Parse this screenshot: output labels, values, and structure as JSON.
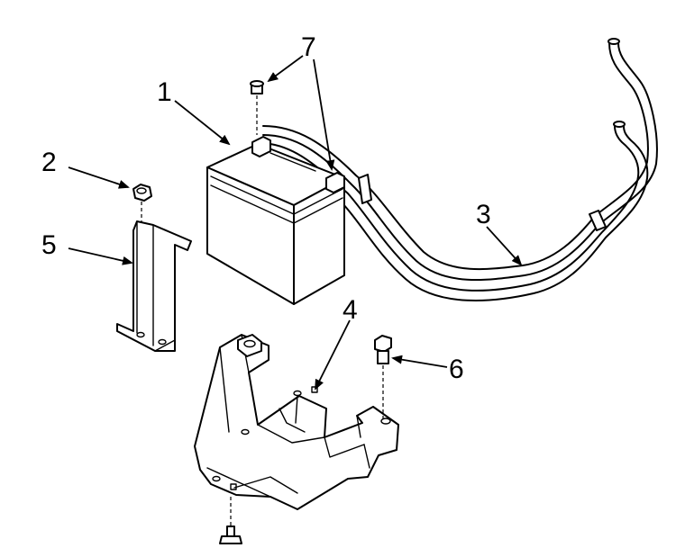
{
  "callouts": [
    {
      "id": "1",
      "part": "battery"
    },
    {
      "id": "2",
      "part": "nut"
    },
    {
      "id": "3",
      "part": "cable"
    },
    {
      "id": "4",
      "part": "battery-tray"
    },
    {
      "id": "5",
      "part": "hold-down-bracket"
    },
    {
      "id": "6",
      "part": "bolt"
    },
    {
      "id": "7",
      "part": "terminal-bolt"
    }
  ]
}
